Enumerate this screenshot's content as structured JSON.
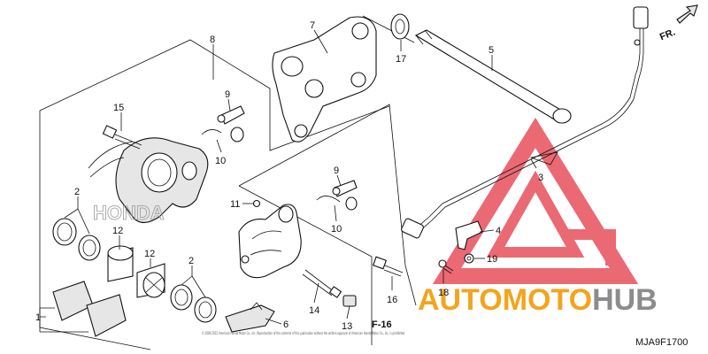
{
  "diagram": {
    "code": "MJA9F1700",
    "direction_label": "FR.",
    "reference_label": "F-16",
    "watermark": {
      "part1": "AUTOMOTO",
      "part2": "HUB",
      "color_orange": "#f2a51c",
      "color_gray": "#8c8c8c",
      "triangle_color": "#e8505b"
    },
    "caliper_brand": "HONDA",
    "copyright": "© 2000-2015 American Honda Motor Co., Inc. Reproduction of the contents of this publication without the written approval of American Honda Motor Co., Inc. is prohibited.",
    "labels": {
      "l1": "1",
      "l2a": "2",
      "l2b": "2",
      "l3": "3",
      "l4": "4",
      "l5": "5",
      "l6": "6",
      "l7": "7",
      "l8": "8",
      "l9a": "9",
      "l9b": "9",
      "l10a": "10",
      "l10b": "10",
      "l11": "11",
      "l12a": "12",
      "l12b": "12",
      "l13": "13",
      "l14": "14",
      "l15": "15",
      "l16": "16",
      "l17": "17",
      "l18": "18",
      "l19": "19"
    }
  }
}
